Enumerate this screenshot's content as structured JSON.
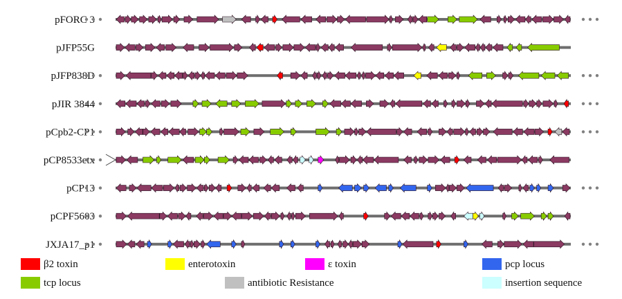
{
  "colors": {
    "default": "#8b3a62",
    "beta2_toxin": "#ff0000",
    "enterotoxin": "#ffff00",
    "epsilon_toxin": "#ff00ff",
    "pcp": "#3366ee",
    "tcp": "#88cc00",
    "antibiotic": "#c0c0c0",
    "insertion": "#ccffff"
  },
  "plasmids": [
    {
      "name": "pFORC 3",
      "left_dots": true,
      "right_dots": true,
      "special": [
        {
          "t": 0.235,
          "c": "antibiotic",
          "w": 0.03,
          "d": 1
        },
        {
          "t": 0.345,
          "c": "beta2_toxin",
          "w": 0.01,
          "d": 1
        },
        {
          "t": 0.685,
          "c": "tcp",
          "w": 0.025,
          "d": 1
        },
        {
          "t": 0.73,
          "c": "tcp",
          "w": 0.02,
          "d": 1
        },
        {
          "t": 0.755,
          "c": "tcp",
          "w": 0.04,
          "d": 1
        }
      ]
    },
    {
      "name": "pJFP55G",
      "left_dots": false,
      "right_dots": false,
      "special": [
        {
          "t": 0.31,
          "c": "beta2_toxin",
          "w": 0.014,
          "d": -1
        },
        {
          "t": 0.705,
          "c": "enterotoxin",
          "w": 0.022,
          "d": -1
        },
        {
          "t": 0.86,
          "c": "tcp",
          "w": 0.012,
          "d": -1
        },
        {
          "t": 0.88,
          "c": "tcp",
          "w": 0.012,
          "d": -1
        },
        {
          "t": 0.905,
          "c": "tcp",
          "w": 0.07,
          "d": -1
        }
      ]
    },
    {
      "name": "pJFP838D",
      "left_dots": true,
      "right_dots": true,
      "special": [
        {
          "t": 0.355,
          "c": "beta2_toxin",
          "w": 0.012,
          "d": -1
        },
        {
          "t": 0.655,
          "c": "enterotoxin",
          "w": 0.016,
          "d": -1
        },
        {
          "t": 0.775,
          "c": "tcp",
          "w": 0.03,
          "d": -1
        },
        {
          "t": 0.815,
          "c": "tcp",
          "w": 0.02,
          "d": 1
        },
        {
          "t": 0.885,
          "c": "tcp",
          "w": 0.045,
          "d": -1
        },
        {
          "t": 0.935,
          "c": "tcp",
          "w": 0.03,
          "d": -1
        },
        {
          "t": 0.97,
          "c": "tcp",
          "w": 0.025,
          "d": -1
        }
      ]
    },
    {
      "name": "pJIR 3844",
      "left_dots": true,
      "right_dots": true,
      "special": [
        {
          "t": 0.17,
          "c": "tcp",
          "w": 0.012,
          "d": 1
        },
        {
          "t": 0.19,
          "c": "tcp",
          "w": 0.02,
          "d": 1
        },
        {
          "t": 0.22,
          "c": "tcp",
          "w": 0.025,
          "d": -1
        },
        {
          "t": 0.255,
          "c": "tcp",
          "w": 0.02,
          "d": 1
        },
        {
          "t": 0.285,
          "c": "tcp",
          "w": 0.03,
          "d": 1
        },
        {
          "t": 0.375,
          "c": "tcp",
          "w": 0.012,
          "d": 1
        },
        {
          "t": 0.395,
          "c": "tcp",
          "w": 0.015,
          "d": 1
        },
        {
          "t": 0.42,
          "c": "tcp",
          "w": 0.02,
          "d": 1
        },
        {
          "t": 0.455,
          "c": "tcp",
          "w": 0.012,
          "d": 1
        },
        {
          "t": 0.985,
          "c": "beta2_toxin",
          "w": 0.01,
          "d": -1
        }
      ]
    },
    {
      "name": "pCpb2-CP1",
      "left_dots": true,
      "right_dots": true,
      "special": [
        {
          "t": 0.185,
          "c": "tcp",
          "w": 0.015,
          "d": 1
        },
        {
          "t": 0.2,
          "c": "tcp",
          "w": 0.012,
          "d": 1
        },
        {
          "t": 0.275,
          "c": "tcp",
          "w": 0.02,
          "d": 1
        },
        {
          "t": 0.34,
          "c": "tcp",
          "w": 0.03,
          "d": 1
        },
        {
          "t": 0.385,
          "c": "tcp",
          "w": 0.012,
          "d": 1
        },
        {
          "t": 0.44,
          "c": "tcp",
          "w": 0.03,
          "d": 1
        },
        {
          "t": 0.485,
          "c": "tcp",
          "w": 0.012,
          "d": 1
        },
        {
          "t": 0.95,
          "c": "beta2_toxin",
          "w": 0.008,
          "d": 1
        },
        {
          "t": 0.965,
          "c": "antibiotic",
          "w": 0.015,
          "d": -1
        }
      ]
    },
    {
      "name": "pCP8533etx",
      "left_dots": true,
      "right_dots": false,
      "special": [
        {
          "t": 0.06,
          "c": "tcp",
          "w": 0.025,
          "d": 1
        },
        {
          "t": 0.09,
          "c": "tcp",
          "w": 0.01,
          "d": 1
        },
        {
          "t": 0.115,
          "c": "tcp",
          "w": 0.03,
          "d": 1
        },
        {
          "t": 0.175,
          "c": "tcp",
          "w": 0.02,
          "d": 1
        },
        {
          "t": 0.195,
          "c": "tcp",
          "w": 0.012,
          "d": 1
        },
        {
          "t": 0.225,
          "c": "tcp",
          "w": 0.025,
          "d": 1
        },
        {
          "t": 0.405,
          "c": "insertion",
          "w": 0.012,
          "d": 1
        },
        {
          "t": 0.425,
          "c": "insertion",
          "w": 0.01,
          "d": 1
        },
        {
          "t": 0.445,
          "c": "epsilon_toxin",
          "w": 0.012,
          "d": 1
        },
        {
          "t": 0.745,
          "c": "beta2_toxin",
          "w": 0.01,
          "d": 1
        }
      ]
    },
    {
      "name": "pCP13",
      "left_dots": true,
      "right_dots": true,
      "special": [
        {
          "t": 0.245,
          "c": "beta2_toxin",
          "w": 0.01,
          "d": 1
        },
        {
          "t": 0.445,
          "c": "pcp",
          "w": 0.008,
          "d": 1
        },
        {
          "t": 0.49,
          "c": "pcp",
          "w": 0.03,
          "d": -1
        },
        {
          "t": 0.525,
          "c": "pcp",
          "w": 0.015,
          "d": 1
        },
        {
          "t": 0.545,
          "c": "pcp",
          "w": 0.012,
          "d": 1
        },
        {
          "t": 0.57,
          "c": "pcp",
          "w": 0.025,
          "d": -1
        },
        {
          "t": 0.6,
          "c": "pcp",
          "w": 0.01,
          "d": 1
        },
        {
          "t": 0.625,
          "c": "pcp",
          "w": 0.035,
          "d": -1
        },
        {
          "t": 0.685,
          "c": "pcp",
          "w": 0.01,
          "d": 1
        },
        {
          "t": 0.77,
          "c": "pcp",
          "w": 0.06,
          "d": -1
        },
        {
          "t": 0.91,
          "c": "pcp",
          "w": 0.01,
          "d": 1
        },
        {
          "t": 0.925,
          "c": "pcp",
          "w": 0.008,
          "d": 1
        },
        {
          "t": 0.95,
          "c": "pcp",
          "w": 0.012,
          "d": 1
        }
      ]
    },
    {
      "name": "pCPF5603",
      "left_dots": true,
      "right_dots": false,
      "special": [
        {
          "t": 0.545,
          "c": "beta2_toxin",
          "w": 0.01,
          "d": 1
        },
        {
          "t": 0.765,
          "c": "insertion",
          "w": 0.02,
          "d": -1
        },
        {
          "t": 0.785,
          "c": "enterotoxin",
          "w": 0.012,
          "d": 1
        },
        {
          "t": 0.8,
          "c": "insertion",
          "w": 0.01,
          "d": 1
        },
        {
          "t": 0.87,
          "c": "tcp",
          "w": 0.015,
          "d": 1
        },
        {
          "t": 0.89,
          "c": "tcp",
          "w": 0.03,
          "d": 1
        },
        {
          "t": 0.935,
          "c": "tcp",
          "w": 0.012,
          "d": 1
        },
        {
          "t": 0.95,
          "c": "tcp",
          "w": 0.012,
          "d": 1
        }
      ]
    },
    {
      "name": "JXJA17_p1",
      "left_dots": true,
      "right_dots": true,
      "special": [
        {
          "t": 0.07,
          "c": "pcp",
          "w": 0.008,
          "d": 1
        },
        {
          "t": 0.115,
          "c": "pcp",
          "w": 0.008,
          "d": 1
        },
        {
          "t": 0.2,
          "c": "pcp",
          "w": 0.03,
          "d": -1
        },
        {
          "t": 0.255,
          "c": "pcp",
          "w": 0.01,
          "d": 1
        },
        {
          "t": 0.36,
          "c": "pcp",
          "w": 0.008,
          "d": 1
        },
        {
          "t": 0.385,
          "c": "pcp",
          "w": 0.008,
          "d": 1
        },
        {
          "t": 0.44,
          "c": "pcp",
          "w": 0.008,
          "d": 1
        },
        {
          "t": 0.62,
          "c": "pcp",
          "w": 0.008,
          "d": 1
        },
        {
          "t": 0.705,
          "c": "beta2_toxin",
          "w": 0.01,
          "d": 1
        },
        {
          "t": 0.765,
          "c": "pcp",
          "w": 0.008,
          "d": 1
        }
      ]
    }
  ],
  "legend": [
    {
      "label": "β2 toxin",
      "color": "#ff0000"
    },
    {
      "label": "enterotoxin",
      "color": "#ffff00"
    },
    {
      "label": "ε toxin",
      "color": "#ff00ff"
    },
    {
      "label": "pcp locus",
      "color": "#3366ee"
    },
    {
      "label": "tcp locus",
      "color": "#88cc00"
    },
    {
      "label": "antibiotic Resistance",
      "color": "#c0c0c0"
    },
    {
      "label": "insertion sequence",
      "color": "#ccffff"
    }
  ]
}
